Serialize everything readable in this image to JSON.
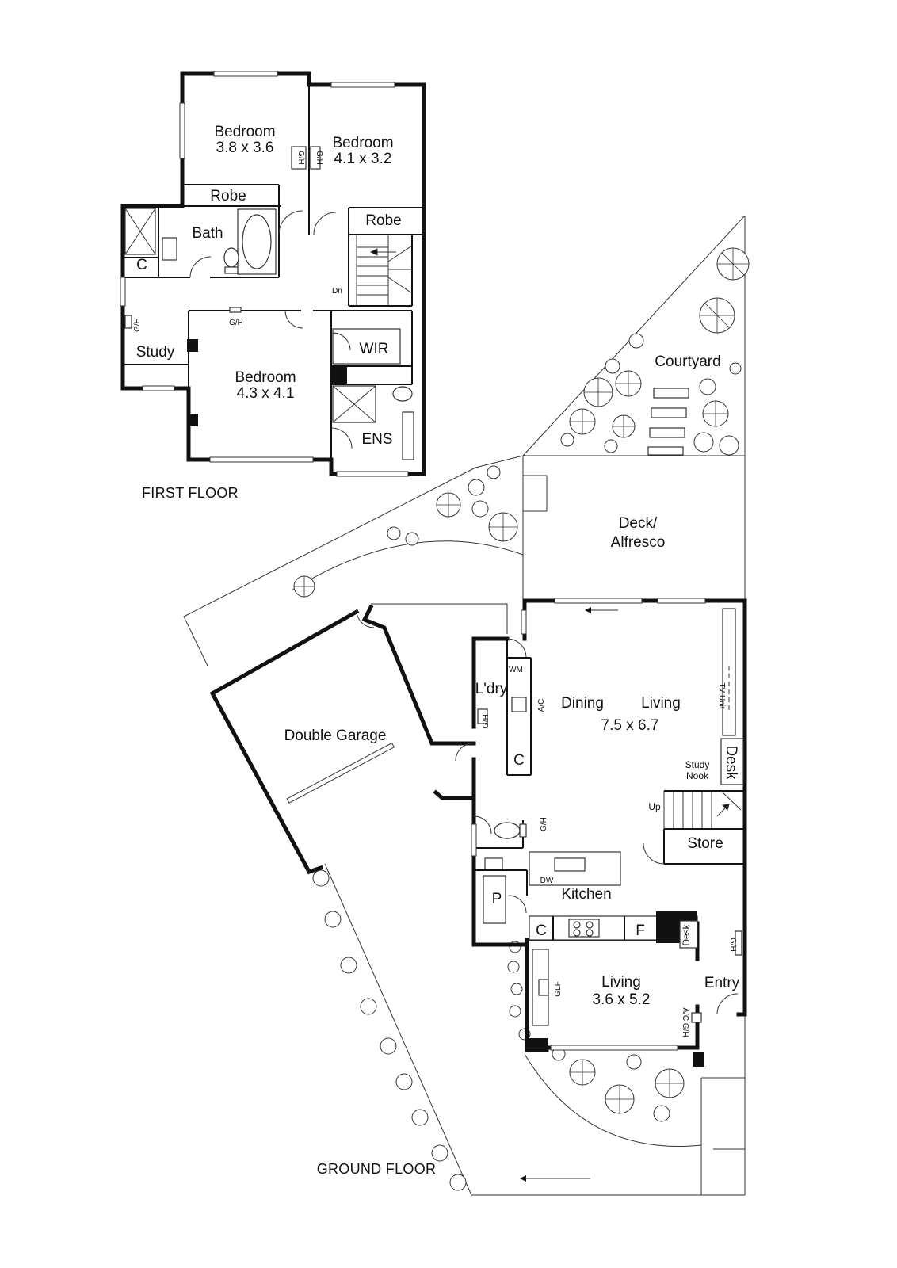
{
  "floors": {
    "first": "FIRST FLOOR",
    "ground": "GROUND FLOOR"
  },
  "first_floor": {
    "bedroom_left": {
      "name": "Bedroom",
      "size": "3.8 x 3.6"
    },
    "bedroom_right": {
      "name": "Bedroom",
      "size": "4.1 x 3.2"
    },
    "robe_left": "Robe",
    "robe_right": "Robe",
    "bath": "Bath",
    "cupboard": "C",
    "study": "Study",
    "main_bedroom": {
      "name": "Bedroom",
      "size": "4.3 x 4.1"
    },
    "wir": "WIR",
    "ens": "ENS",
    "stairs_down": "Dn",
    "gh": "G/H"
  },
  "ground_floor": {
    "courtyard": "Courtyard",
    "deck": {
      "line1": "Deck/",
      "line2": "Alfresco"
    },
    "garage": "Double Garage",
    "laundry": "L'dry",
    "wm": "WM",
    "ac": "A/C",
    "cupboard": "C",
    "dining": "Dining",
    "living_main": {
      "name": "Living",
      "size": "7.5 x 6.7"
    },
    "tv_unit": "TV Unit",
    "study_nook": {
      "line1": "Study",
      "line2": "Nook"
    },
    "desk": "Desk",
    "stairs_up": "Up",
    "store": "Store",
    "kitchen": "Kitchen",
    "pantry": "P",
    "dw": "DW",
    "fridge": "F",
    "desk_small": "Desk",
    "glf": "GLF",
    "living_front": {
      "name": "Living",
      "size": "3.6 x 5.2"
    },
    "entry": "Entry",
    "ac_gh": "A/C G/H",
    "gh": "G/H"
  }
}
